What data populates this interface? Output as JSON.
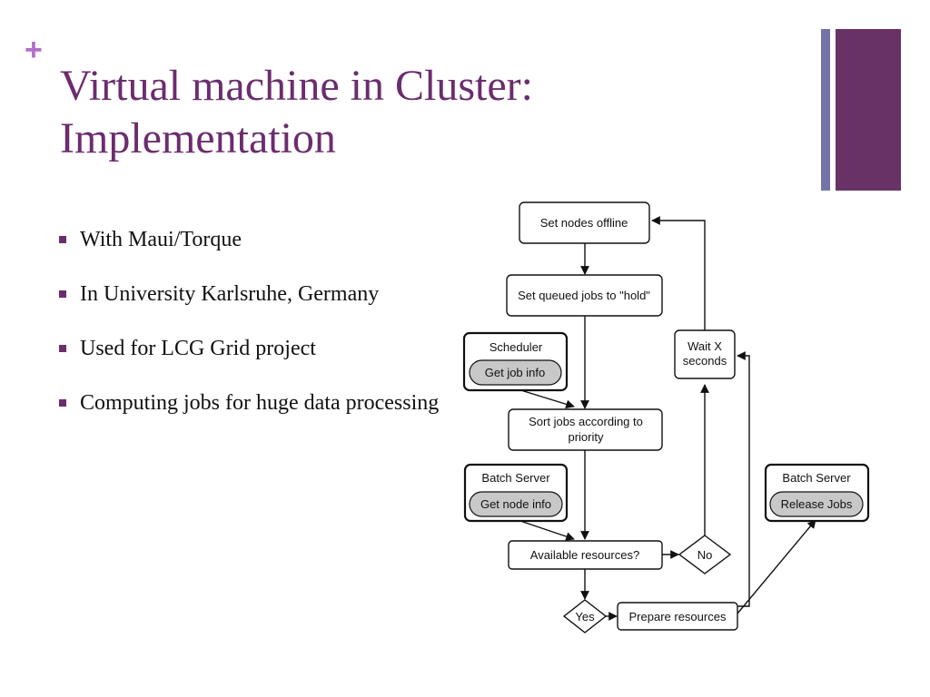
{
  "slide": {
    "plus": "+",
    "title_line1": "Virtual machine in Cluster:",
    "title_line2": "Implementation",
    "colors": {
      "accent": "#6b2d6e",
      "plus": "#b46ec8",
      "bar_thin": "#7373aa",
      "bar_wide": "#693266"
    }
  },
  "bullets": [
    {
      "text": "With Maui/Torque"
    },
    {
      "text": "In University Karlsruhe, Germany"
    },
    {
      "text": "Used for LCG Grid project"
    },
    {
      "text": "Computing jobs for huge data processing"
    }
  ],
  "diagram": {
    "set_nodes_offline": "Set nodes offline",
    "set_queued_jobs": "Set queued jobs to \"hold\"",
    "scheduler": "Scheduler",
    "get_job_info": "Get job info",
    "wait_line1": "Wait X",
    "wait_line2": "seconds",
    "sort_line1": "Sort jobs according to",
    "sort_line2": "priority",
    "batch_server_left": "Batch Server",
    "get_node_info": "Get node info",
    "batch_server_right": "Batch Server",
    "release_jobs": "Release Jobs",
    "available_resources": "Available resources?",
    "no": "No",
    "yes": "Yes",
    "prepare_resources": "Prepare resources"
  }
}
